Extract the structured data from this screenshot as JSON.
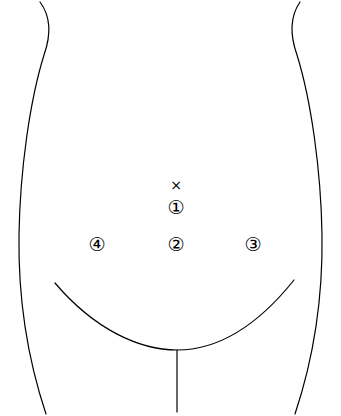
{
  "diagram": {
    "labels": [
      "×",
      "①",
      "②",
      "③",
      "④"
    ]
  }
}
